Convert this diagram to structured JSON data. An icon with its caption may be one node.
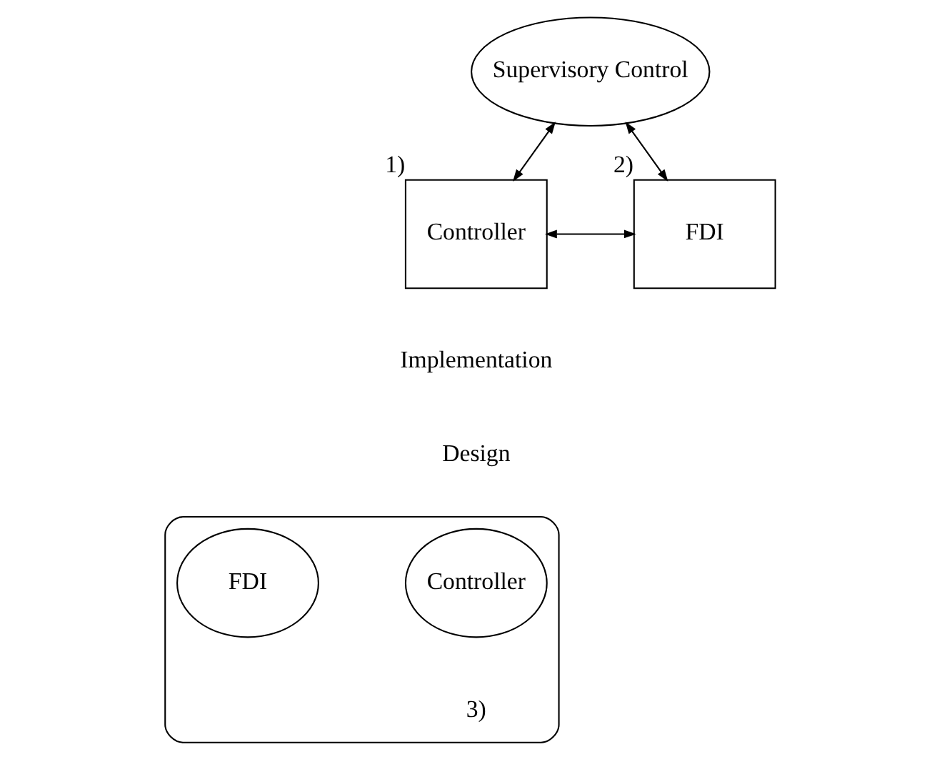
{
  "diagram": {
    "nodes": [
      {
        "text": [
          "Supervisory Control"
        ]
      },
      {
        "text": [
          "Controller"
        ],
        "beside": [
          "1)"
        ]
      },
      {
        "text": [
          "FDI"
        ],
        "beside": [
          "2)"
        ]
      },
      {
        "text": [],
        "shape": "ellipse",
        "beside": [
          "3)"
        ]
      },
      {
        "text": [
          "Controller"
        ],
        "in": 3
      },
      {
        "text": [
          "FDI"
        ],
        "in": 3
      }
    ],
    "edges": [
      {
        "from": 0,
        "to": 1,
        "arrow": "both"
      },
      {
        "from": 0,
        "to": 2,
        "arrow": "both"
      },
      {
        "from": 1,
        "to": 2,
        "arrow": "both"
      }
    ],
    "labels": [
      "Implementation",
      "Design"
    ]
  }
}
